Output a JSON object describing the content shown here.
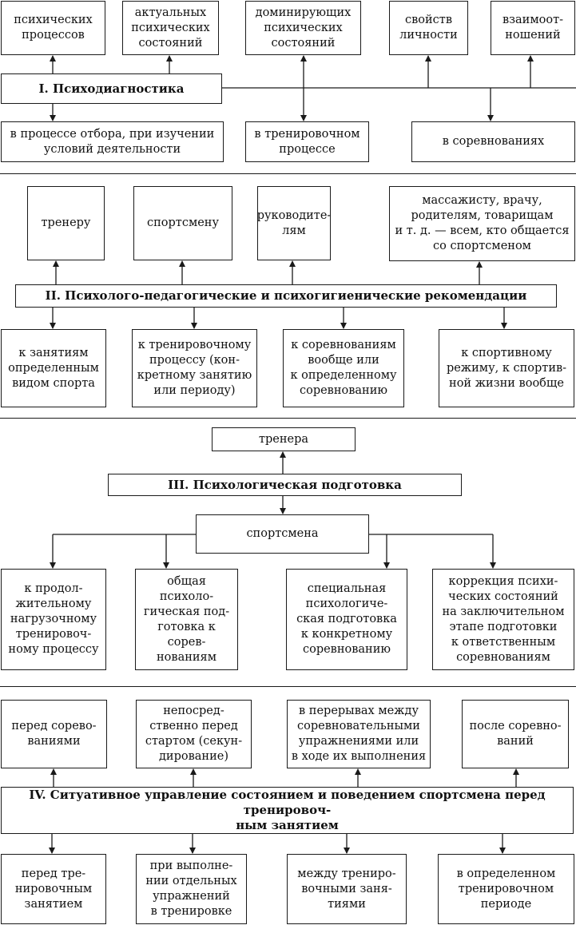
{
  "section1": {
    "title": "I. Психодиагностика",
    "targets": [
      "психических\nпроцессов",
      "актуальных\nпсихических\nсостояний",
      "доминирующих\nпсихических\nсостояний",
      "свойств\nличности",
      "взаимоот-\nношений"
    ],
    "contexts": [
      "в процессе отбора, при изучении\nусловий деятельности",
      "в тренировочном\nпроцессе",
      "в соревнованиях"
    ]
  },
  "section2": {
    "title": "II. Психолого-педагогические и психогигиенические рекомендации",
    "recipients": [
      "тренеру",
      "спортсмену",
      "руководите-\nлям",
      "массажисту, врачу,\nродителям, товарищам\nи т. д. — всем, кто общается\nсо спортсменом"
    ],
    "topics": [
      "к занятиям\nопределенным\nвидом спорта",
      "к тренировочному\nпроцессу (кон-\nкретному занятию\nили периоду)",
      "к соревнованиям\nвообще или\nк определенному\nсоревнованию",
      "к спортивному\nрежиму, к спортив-\nной жизни вообще"
    ]
  },
  "section3": {
    "title": "III. Психологическая подготовка",
    "coach": "тренера",
    "athlete": "спортсмена",
    "types": [
      "к продол-\nжительному\nнагрузочному\nтренировоч-\nному процессу",
      "общая психоло-\nгическая под-\nготовка к сорев-\nнованиям",
      "специальная\nпсихологиче-\nская подготовка\nк конкретному\nсоревнованию",
      "коррекция психи-\nческих состояний\nна заключительном\nэтапе подготовки\nк ответственным\nсоревнованиям"
    ]
  },
  "section4": {
    "title": "IV. Ситуативное управление состоянием и поведением спортсмена перед тренировоч-\nным занятием",
    "competition": [
      "перед сорево-\nваниями",
      "непосред-\nственно перед\nстартом (секун-\nдирование)",
      "в перерывах между\nсоревновательными\nупражнениями или\nв ходе их выполнения",
      "после соревно-\nваний"
    ],
    "training": [
      "перед тре-\nнировочным\nзанятием",
      "при выполне-\nнии отдельных\nупражнений\nв тренировке",
      "между трениро-\nвочными заня-\nтиями",
      "в определенном\nтренировочном\nпериоде"
    ]
  }
}
